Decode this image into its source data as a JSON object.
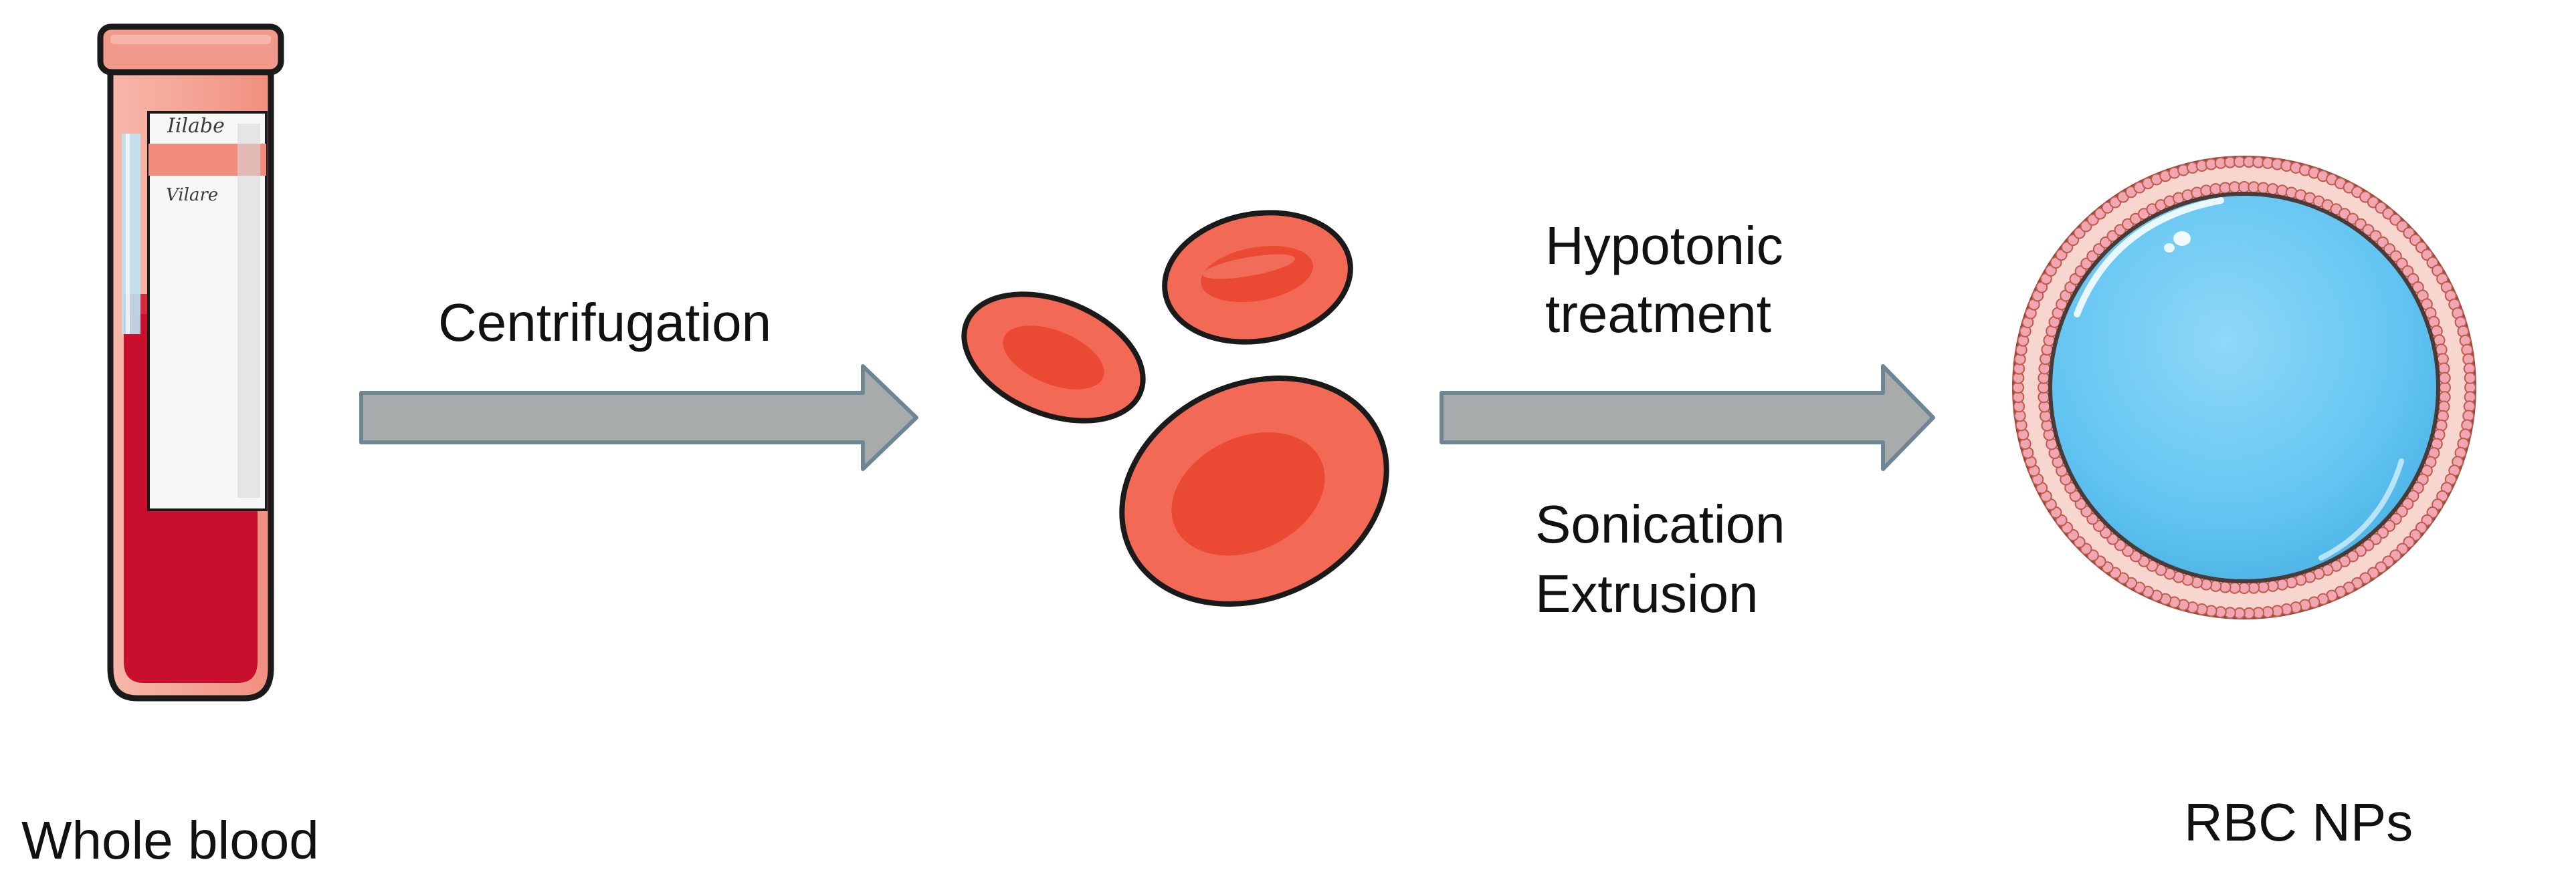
{
  "steps": [
    {
      "label": "Whole blood"
    },
    {
      "label": "Centrifugation"
    },
    {
      "label_lines": [
        "Hypotonic",
        "treatment"
      ]
    },
    {
      "label_lines": [
        "Sonication",
        "Extrusion"
      ]
    },
    {
      "label": "RBC NPs"
    }
  ],
  "tube_label_text": [
    "Iilabe",
    "Vilare"
  ],
  "colors": {
    "background": "#ffffff",
    "arrow_fill": "#a8abac",
    "arrow_stroke": "#6e8592",
    "blood": "#c8102e",
    "tube_glass": "#f4a89a",
    "tube_cap": "#f19a8c",
    "rbc_fill": "#f26a55",
    "rbc_center": "#ea4a33",
    "np_core": "#63c5f2",
    "np_membrane_head": "#f0a7b2",
    "np_membrane_ring": "#c05a4a",
    "text": "#111111"
  }
}
